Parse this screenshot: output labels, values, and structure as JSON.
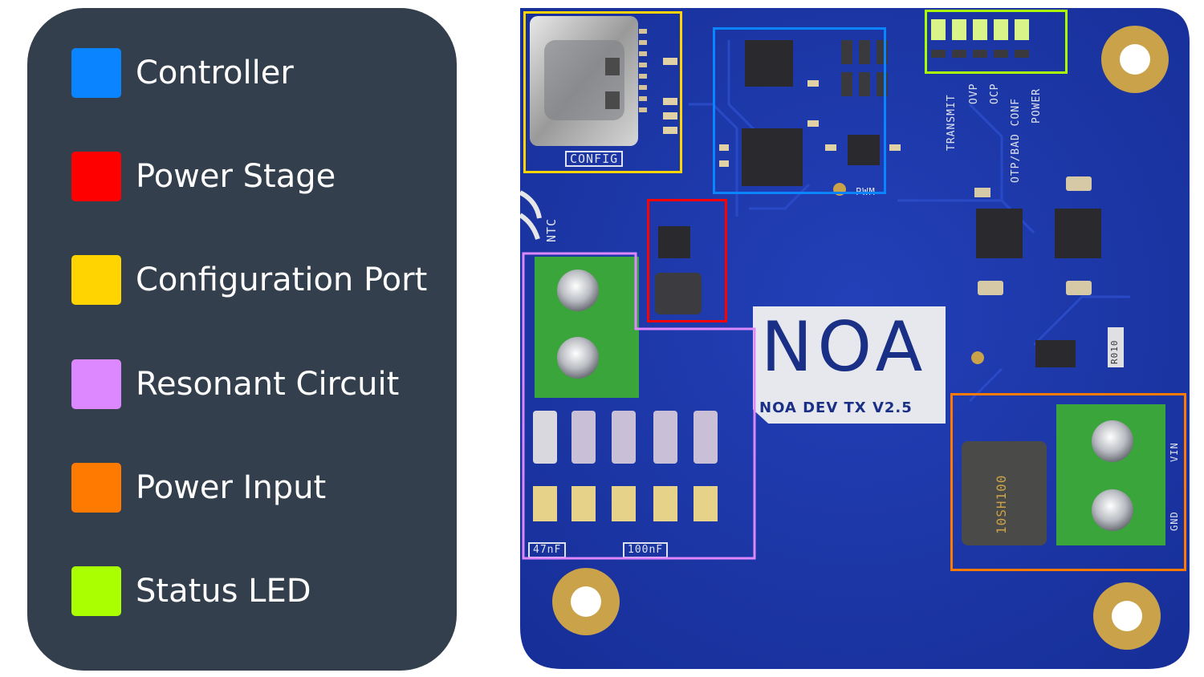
{
  "legend": {
    "items": [
      {
        "label": "Controller",
        "color": "#0a84ff"
      },
      {
        "label": "Power Stage",
        "color": "#ff0000"
      },
      {
        "label": "Configuration Port",
        "color": "#ffd400"
      },
      {
        "label": "Resonant Circuit",
        "color": "#dd88ff"
      },
      {
        "label": "Power Input",
        "color": "#ff7a00"
      },
      {
        "label": "Status LED",
        "color": "#aaff00"
      }
    ]
  },
  "board": {
    "logo": "NOA",
    "name": "NOA DEV TX V2.5",
    "silkscreen": {
      "config": "CONFIG",
      "ntc": "NTC",
      "pwm": "PWM",
      "transmit": "TRANSMIT",
      "ovp": "OVP",
      "ocp": "OCP",
      "otp_bad_conf": "OTP/BAD CONF",
      "power": "POWER",
      "cap_47": "47nF",
      "cap_100": "100nF",
      "vin": "VIN",
      "gnd": "GND",
      "inductor_marking": "10SH100",
      "r010": "R010"
    }
  },
  "colors": {
    "board_blue": "#1f3bb0",
    "terminal_green": "#3aa53a",
    "gold": "#c9a24a"
  }
}
